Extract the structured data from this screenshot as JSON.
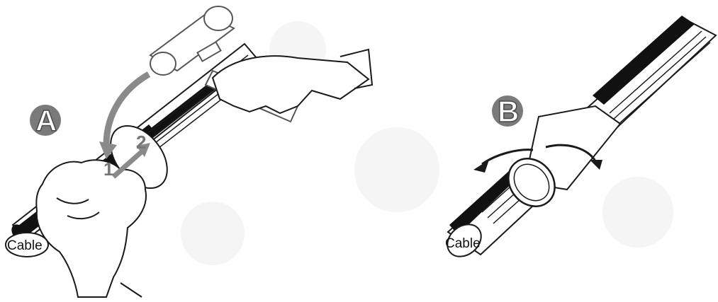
{
  "panels": [
    {
      "id": "A",
      "step_label": "A",
      "cable_label": "Cable",
      "steps": [
        "1",
        "2"
      ]
    },
    {
      "id": "B",
      "step_label": "B",
      "cable_label": "Cable"
    }
  ],
  "colors": {
    "background": "#ffffff",
    "line": "#1a1a1a",
    "cable_black": "#111111",
    "arrow_gray": "#8a8a8a",
    "badge_gray": "#7a7a7a"
  }
}
